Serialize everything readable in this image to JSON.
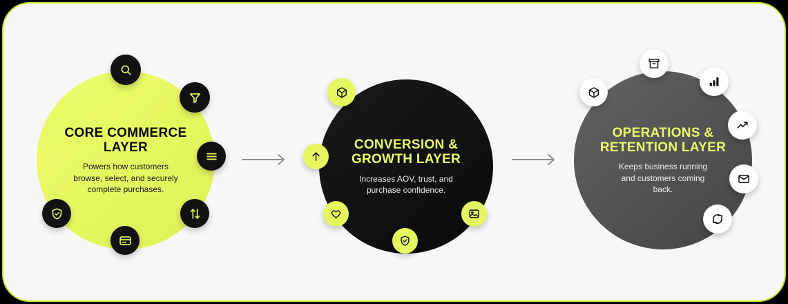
{
  "card": {
    "background": "#f7f7f7",
    "border_color": "#c9d92e",
    "outer_background": "#000000"
  },
  "accent": {
    "lime": "#eafa6b",
    "dark": "#111111",
    "gray": "#555555",
    "arrow": "#8c8c8c"
  },
  "nodes": [
    {
      "id": "core-commerce-layer",
      "title": "CORE COMMERCE\nLAYER",
      "description": "Powers how customers\nbrowse, select, and securely\ncomplete purchases.",
      "fill": "#eafa6b",
      "title_color": "#0a0a0a",
      "bubble_style": "dark",
      "icons": [
        "search-icon",
        "filter-funnel-icon",
        "menu-hamburger-icon",
        "sort-arrows-icon",
        "credit-card-icon",
        "shield-check-icon"
      ]
    },
    {
      "id": "conversion-growth-layer",
      "title": "CONVERSION &\nGROWTH LAYER",
      "description": "Increases AOV, trust, and\npurchase confidence.",
      "fill": "#111111",
      "title_color": "#eafa6b",
      "bubble_style": "lime",
      "icons": [
        "package-box-icon",
        "arrow-up-icon",
        "heart-icon",
        "shield-check-icon",
        "image-photo-icon"
      ]
    },
    {
      "id": "operations-retention-layer",
      "title": "OPERATIONS &\nRETENTION LAYER",
      "description": "Keeps business running\nand customers coming\nback.",
      "fill": "#555555",
      "title_color": "#eafa6b",
      "bubble_style": "white",
      "icons": [
        "package-box-icon",
        "archive-box-icon",
        "bar-chart-icon",
        "trending-up-icon",
        "mail-envelope-icon",
        "refresh-cycle-icon"
      ]
    }
  ],
  "connectors": [
    {
      "id": "arrow-1",
      "from": "core-commerce-layer",
      "to": "conversion-growth-layer"
    },
    {
      "id": "arrow-2",
      "from": "conversion-growth-layer",
      "to": "operations-retention-layer"
    }
  ]
}
